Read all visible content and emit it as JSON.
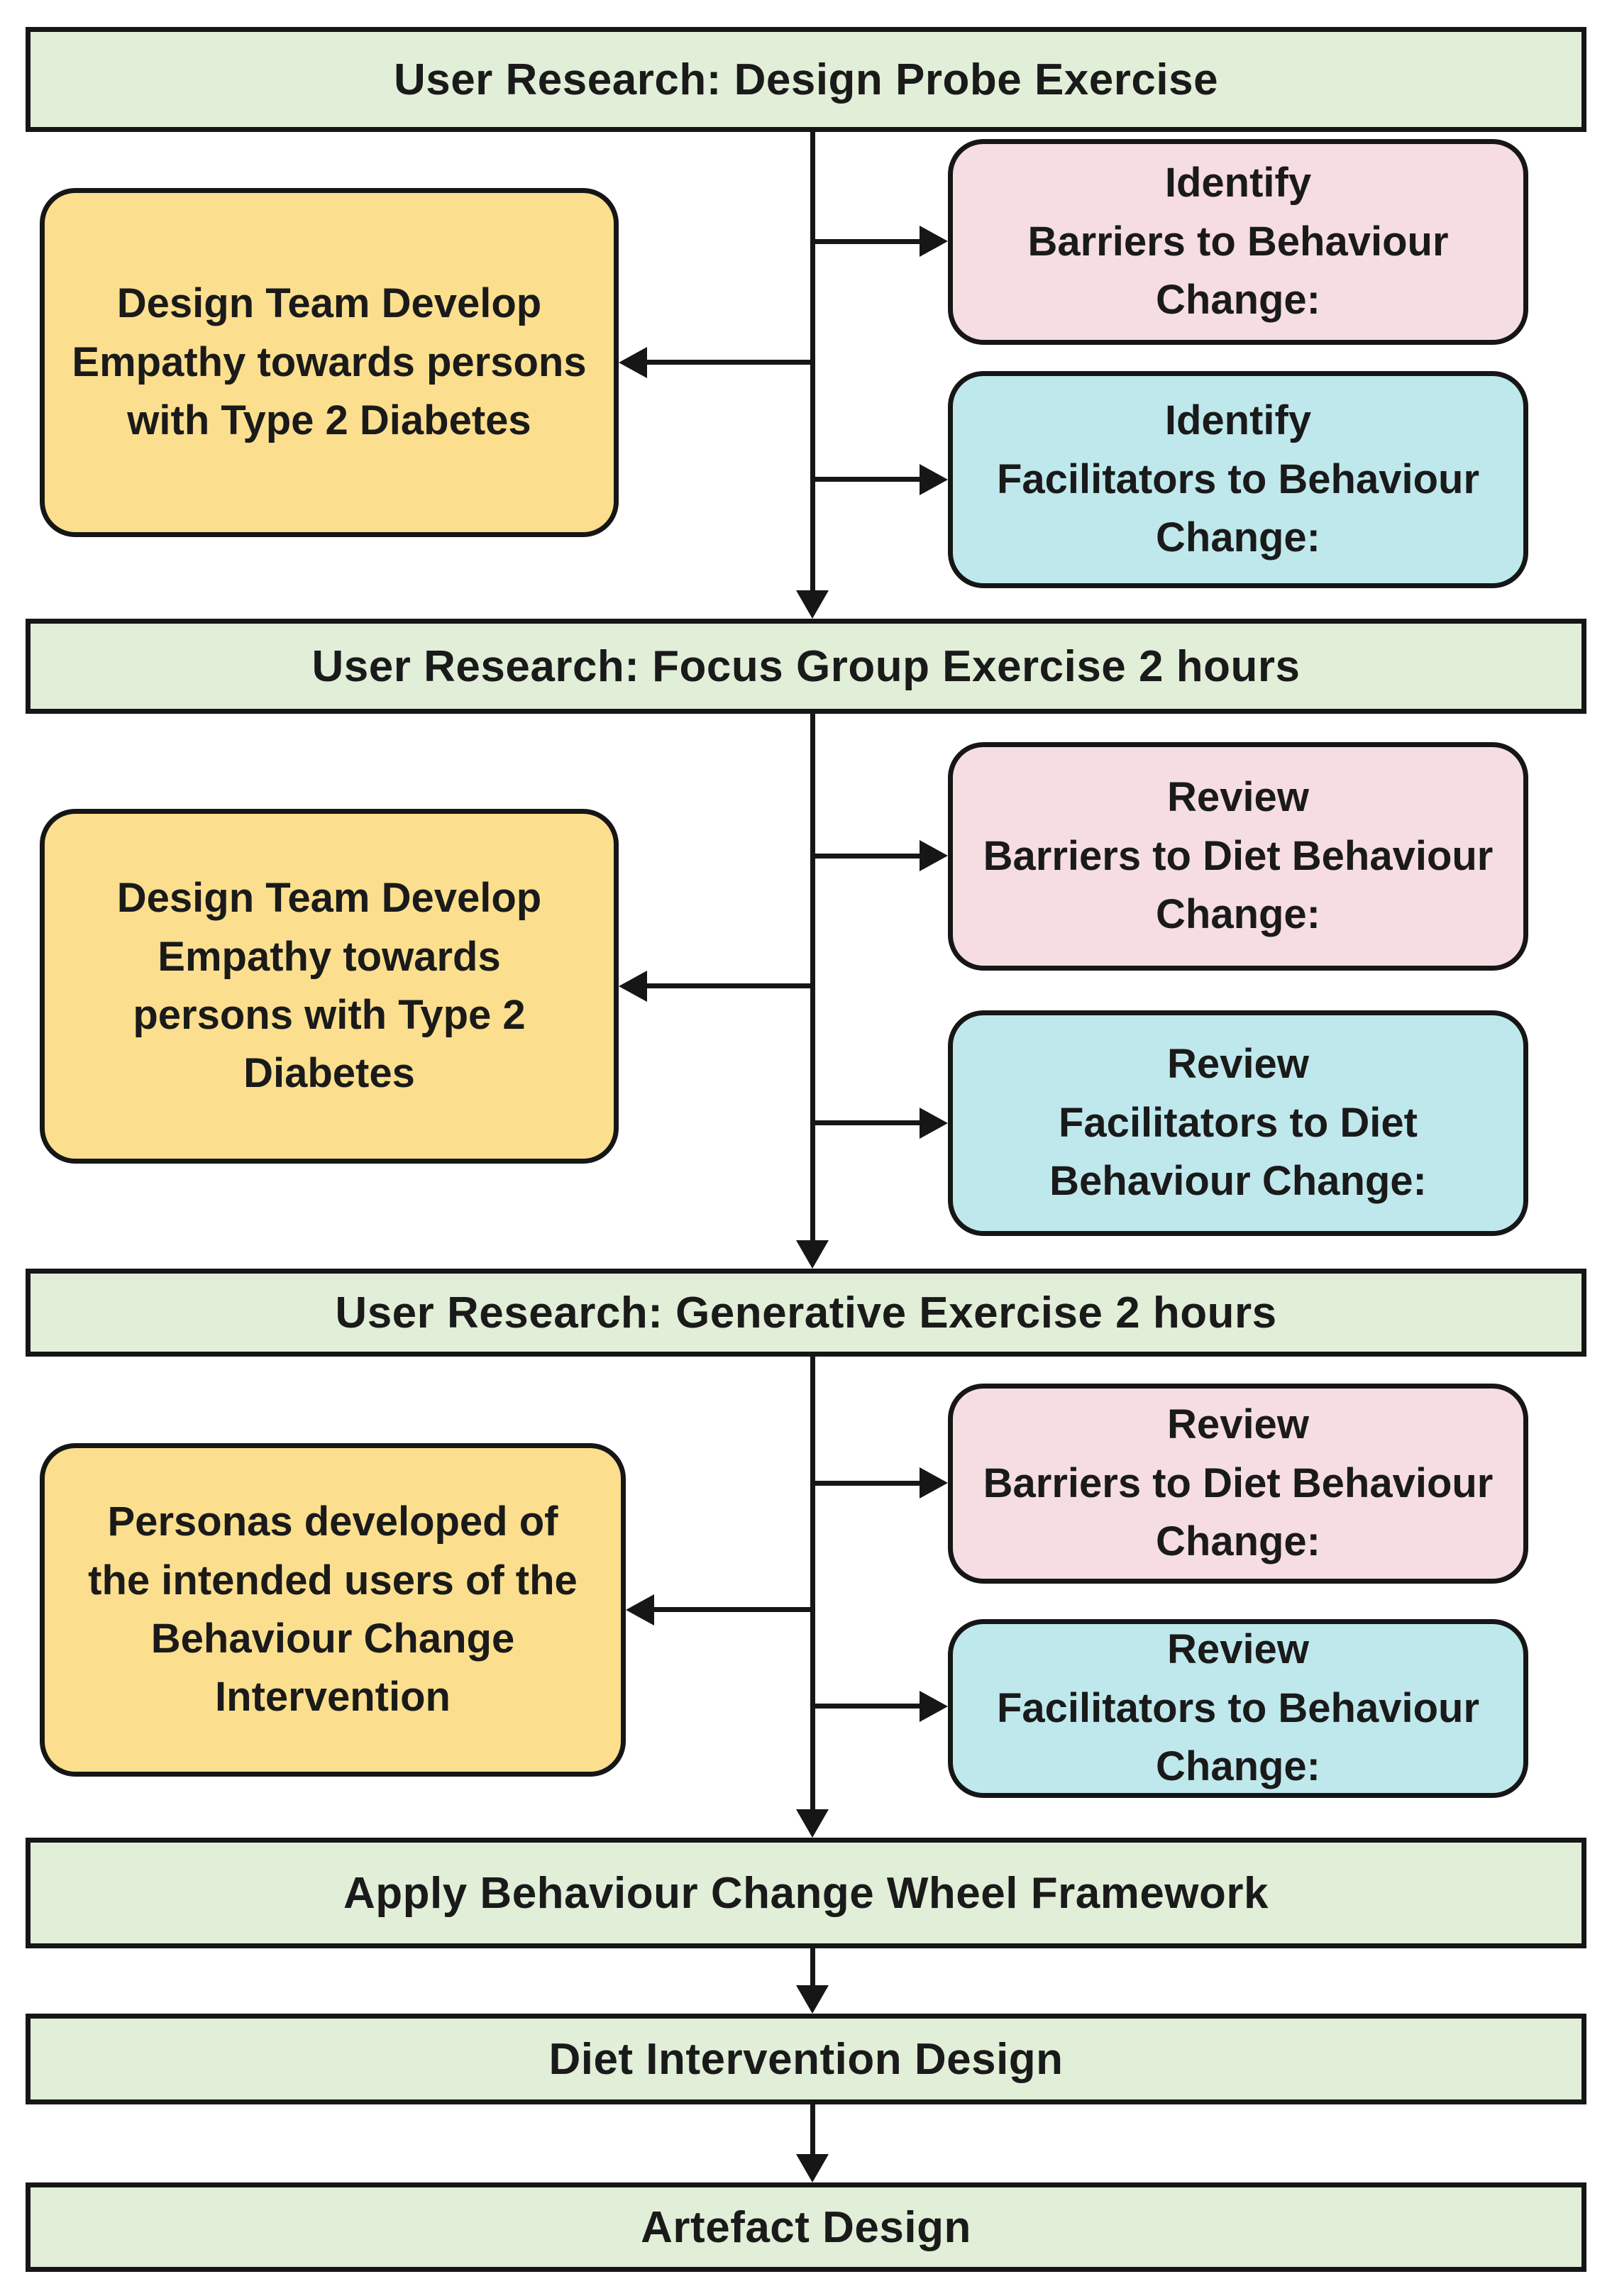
{
  "colors": {
    "banner_fill": "#e1eed8",
    "yellow_fill": "#fbdf8e",
    "pink_fill": "#f5dde2",
    "cyan_fill": "#bfe8ec",
    "line": "#161616"
  },
  "sections": [
    {
      "banner": "User Research: Design Probe Exercise",
      "left_box": {
        "lines": [
          "Design Team Develop",
          "Empathy towards persons",
          "with Type 2 Diabetes"
        ]
      },
      "barrier_box": {
        "lines": [
          "Identify",
          "Barriers to Behaviour",
          "Change:"
        ]
      },
      "facilitator_box": {
        "lines": [
          "Identify",
          "Facilitators to Behaviour",
          "Change:"
        ]
      }
    },
    {
      "banner": "User Research: Focus Group Exercise 2 hours",
      "left_box": {
        "lines": [
          "Design Team Develop",
          "Empathy towards",
          "persons with Type 2",
          "Diabetes"
        ]
      },
      "barrier_box": {
        "lines": [
          "Review",
          "Barriers to Diet Behaviour",
          "Change:"
        ]
      },
      "facilitator_box": {
        "lines": [
          "Review",
          "Facilitators to Diet",
          "Behaviour Change:"
        ]
      }
    },
    {
      "banner": "User Research: Generative Exercise 2 hours",
      "left_box": {
        "lines": [
          "Personas developed of",
          "the intended users of the",
          "Behaviour Change",
          "Intervention"
        ]
      },
      "barrier_box": {
        "lines": [
          "Review",
          "Barriers to Diet Behaviour",
          "Change:"
        ]
      },
      "facilitator_box": {
        "lines": [
          "Review",
          "Facilitators to Behaviour",
          "Change:"
        ]
      }
    }
  ],
  "final_steps": [
    "Apply Behaviour Change Wheel Framework",
    "Diet Intervention Design",
    "Artefact Design"
  ]
}
